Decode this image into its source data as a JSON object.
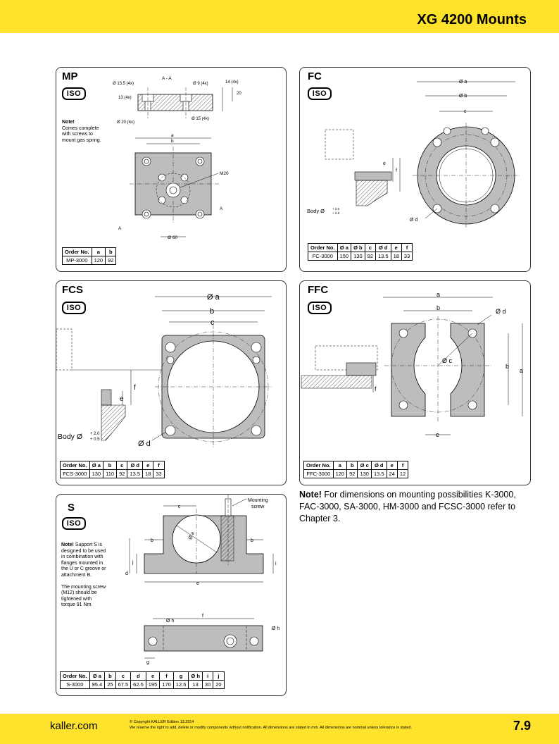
{
  "header": {
    "title": "XG 4200 Mounts"
  },
  "footer": {
    "site": "kaller.com",
    "copyright": "© Copyright KALLER Edition 13.2014",
    "disclaimer": "We reserve the right to add, delete or modify components without notification. All dimensions are stated in mm. All dimensions are nominal unless tolerance is stated.",
    "page": "7.9"
  },
  "iso_label": "ISO",
  "colors": {
    "brand_yellow": "#ffe22b",
    "part_gray": "#bdbdbd"
  },
  "mp": {
    "title": "MP",
    "note_title": "Note!",
    "note_lines": [
      "Comes complete",
      "with screws to",
      "mount gas spring."
    ],
    "labels": {
      "section": "A - A",
      "d135": "Ø 13.5 (4x)",
      "d9": "Ø 9 (4x)",
      "d14": "14 (4x)",
      "d13": "13 (4x)",
      "d20h": "20",
      "d20": "Ø 20 (4x)",
      "d15": "Ø 15 (4x)",
      "a": "a",
      "b": "b",
      "m20": "M20",
      "secA1": "A",
      "secA2": "A",
      "d60": "Ø 60"
    },
    "table": {
      "headers": [
        "Order No.",
        "a",
        "b"
      ],
      "rows": [
        [
          "MP-3000",
          "120",
          "92"
        ]
      ]
    }
  },
  "fc": {
    "title": "FC",
    "labels": {
      "a": "Ø a",
      "b": "Ø b",
      "c": "c",
      "d": "Ø d",
      "e": "e",
      "f": "f",
      "body": "Body Ø",
      "tol_hi": "+ 2.0",
      "tol_lo": "+ 0.5"
    },
    "table": {
      "headers": [
        "Order No.",
        "Ø a",
        "Ø b",
        "c",
        "Ø d",
        "e",
        "f"
      ],
      "rows": [
        [
          "FC-3000",
          "150",
          "130",
          "92",
          "13.5",
          "18",
          "33"
        ]
      ]
    }
  },
  "fcs": {
    "title": "FCS",
    "labels": {
      "a": "Ø a",
      "b": "b",
      "c": "c",
      "d": "Ø d",
      "e": "e",
      "f": "f",
      "body": "Body Ø",
      "tol_hi": "+ 2.0",
      "tol_lo": "+ 0.5"
    },
    "table": {
      "headers": [
        "Order No.",
        "Ø a",
        "b",
        "c",
        "Ø d",
        "e",
        "f"
      ],
      "rows": [
        [
          "FCS-3000",
          "130",
          "110",
          "92",
          "13.5",
          "18",
          "33"
        ]
      ]
    }
  },
  "ffc": {
    "title": "FFC",
    "labels": {
      "a": "a",
      "b": "b",
      "c": "Ø c",
      "d": "Ø d",
      "e": "e",
      "f": "f",
      "b_v": "b",
      "a_v": "a"
    },
    "table": {
      "headers": [
        "Order No.",
        "a",
        "b",
        "Ø c",
        "Ø d",
        "e",
        "f"
      ],
      "rows": [
        [
          "FFC-3000",
          "120",
          "92",
          "130",
          "13.5",
          "24",
          "12"
        ]
      ]
    }
  },
  "s": {
    "title": "S",
    "note_title": "Note!",
    "note_lines": [
      " Support S is",
      "designed to be used",
      "in combination with",
      "flanges mounted in",
      "the U or C groove or",
      "attachment B.",
      "",
      "The mounting screw",
      "(M12) should be",
      "tightened  with",
      "torque 91 Nm."
    ],
    "labels": {
      "mount1": "Mounting",
      "mount2": "screw",
      "c": "c",
      "b1": "b",
      "b2": "b",
      "a_diam": "Ø a",
      "j": "j",
      "d": "d",
      "i": "i",
      "e": "e",
      "f": "f",
      "h1": "Ø h",
      "h2": "Ø h",
      "g": "g"
    },
    "table": {
      "headers": [
        "Order No.",
        "Ø a",
        "b",
        "c",
        "d",
        "e",
        "f",
        "g",
        "Ø h",
        "i",
        "j"
      ],
      "rows": [
        [
          "S-3000",
          "95.4",
          "25",
          "67.5",
          "62.5",
          "195",
          "170",
          "12.5",
          "13",
          "30",
          "20"
        ]
      ]
    }
  },
  "bottom_note": {
    "title": "Note!",
    "text": " For dimensions on mounting possibilities K-3000, FAC-3000, SA-3000, HM-3000 and FCSC-3000 refer to Chapter 3."
  }
}
